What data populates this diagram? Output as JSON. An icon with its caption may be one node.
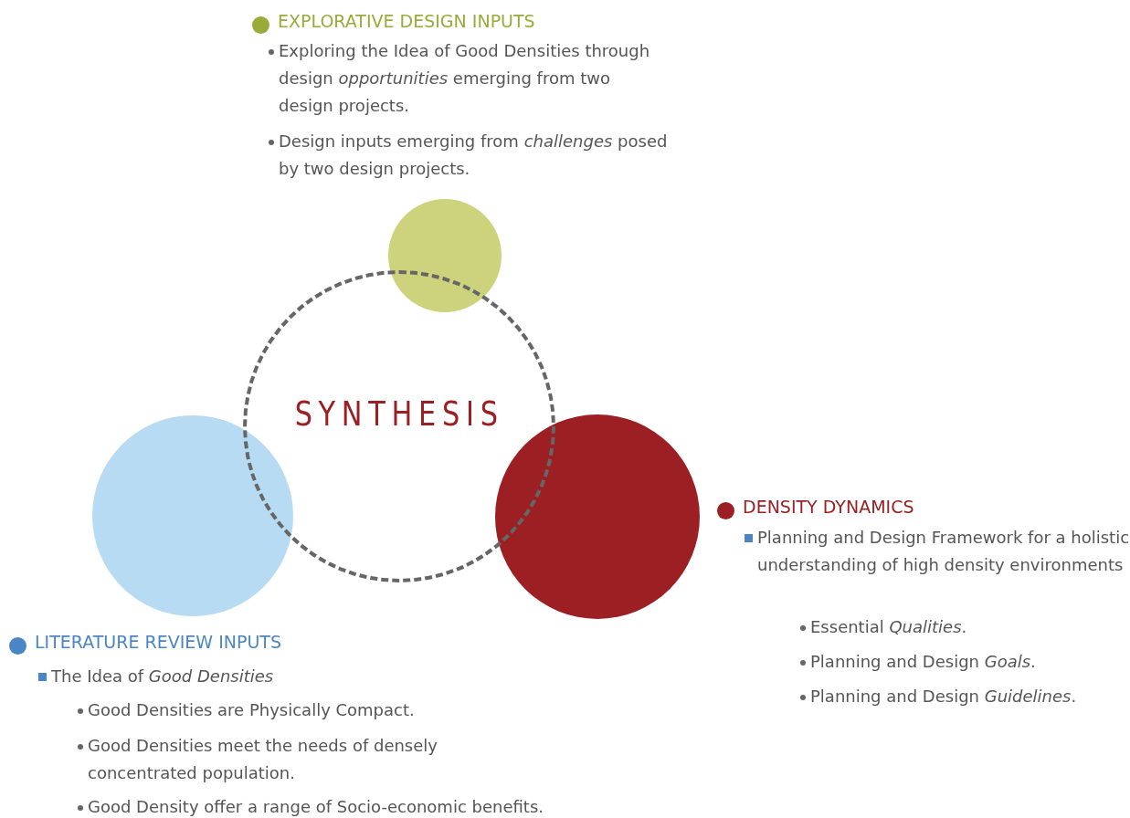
{
  "diagram": {
    "nodes": [
      {
        "text": [
          "SYNTHESIS"
        ]
      },
      {
        "text": [],
        "shape": "circle"
      },
      {
        "text": [],
        "shape": "circle"
      },
      {
        "text": [],
        "shape": "circle"
      }
    ],
    "labels": [
      "Exploring the Idea of Good Densities through design *opportunities* emerging from two design projects.",
      "Design inputs emerging from *challenges* posed by two design projects.",
      "Planning and Design Framework for a holistic understanding of high density environments",
      "Essential *Qualities*.",
      "Planning and Design *Goals*.",
      "Planning and Design *Guidelines*.",
      "The Idea of *Good Densities*",
      "Good Densities are Physically Compact.",
      "Good Densities meet  the needs of densely concentrated population.",
      "Good Density offer a range of Socio-economic benefits."
    ],
    "legend": [
      {
        "text": "EXPLORATIVE DESIGN INPUTS",
        "color": "#9aab3a"
      },
      {
        "text": "DENSITY DYNAMICS",
        "color": "#9b1f23"
      },
      {
        "text": "LITERATURE REVIEW INPUTS",
        "color": "#4a86c5"
      }
    ]
  }
}
